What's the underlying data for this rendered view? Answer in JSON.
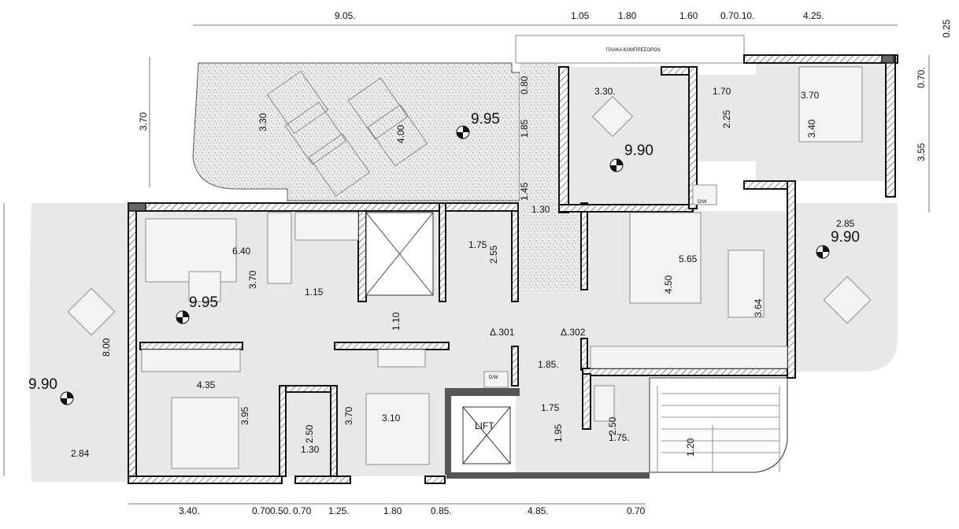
{
  "compressor_slab": "ΠΛΑΚΑ ΚΟΜΠΡΕΣΟΡΩΝ",
  "lift": "LIFT",
  "dw": "D/W",
  "apartments": [
    "Δ.301",
    "Δ.302"
  ],
  "levels": [
    "9.95",
    "9.90",
    "9.90",
    "9.95",
    "9.90"
  ],
  "top_dims": [
    "9.05.",
    "1.05",
    "1.80",
    "1.60",
    "0.70.10.",
    "4.25.",
    "0.25"
  ],
  "bottom_dims": [
    "3.40.",
    "0.70",
    "0.50.",
    "0.70",
    "1.25.",
    "1.80",
    "0.85.",
    "4.85.",
    "0.70"
  ],
  "side_dims": [
    "3.70",
    "0.70.",
    "3.55",
    "8.00"
  ],
  "room_dims": [
    "3.30",
    "4.00",
    "0.80",
    "1.85",
    "1.45",
    "1.30",
    "3.30.",
    "1.70",
    "2.25",
    "3.70",
    "3.40",
    "2.85",
    "6.40",
    "3.70",
    "1.15",
    "1.10",
    "1.75",
    "2.55",
    "5.65",
    "4.50",
    "3.64",
    "4.35",
    "3.95",
    "3.70",
    "3.10",
    "2.50",
    "1.30",
    "1.85.",
    "1.75",
    "1.95",
    "2.50",
    "1.75.",
    "1.20",
    "2.84"
  ]
}
